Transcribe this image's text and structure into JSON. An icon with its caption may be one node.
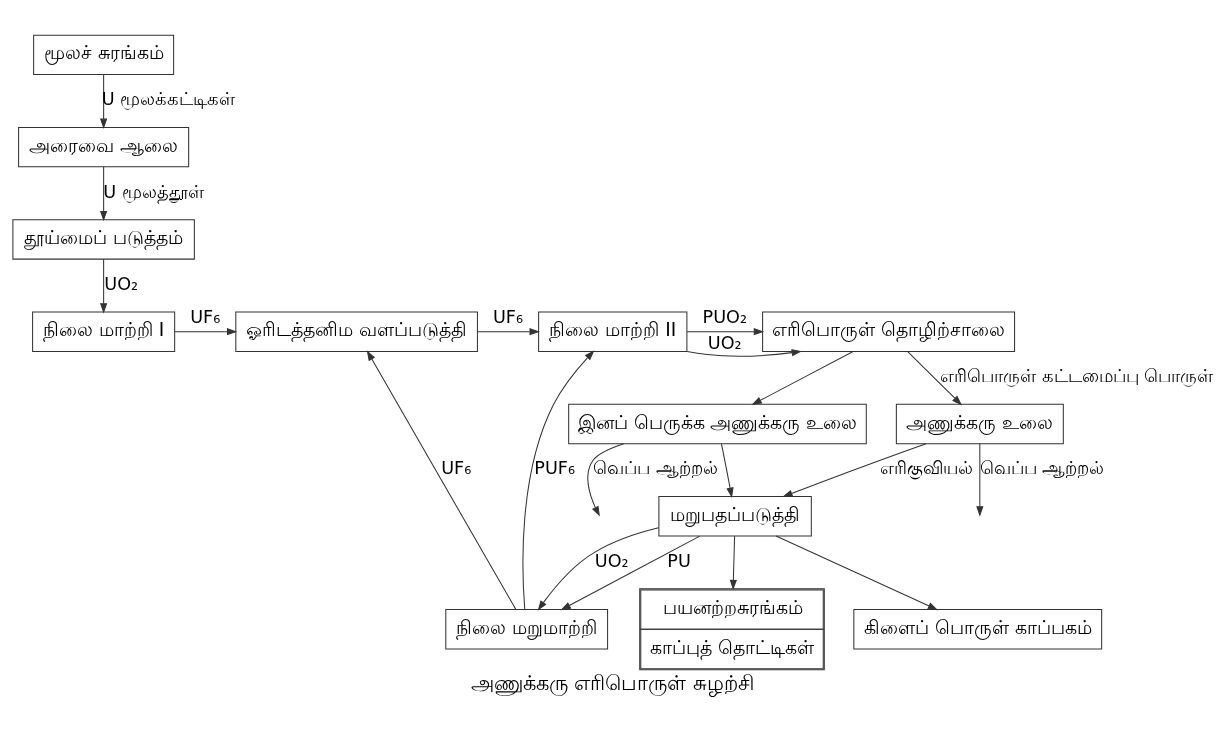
{
  "diagram": {
    "caption": "அணுக்கரு எரிபொருள் சுழற்சி",
    "nodes": [
      {
        "text": [
          "நிலை மாற்றி I"
        ]
      },
      {
        "text": [
          "ஓரிடத்தனிம வளப்படுத்தி"
        ]
      },
      {
        "text": [
          "நிலை மாற்றி II"
        ]
      },
      {
        "text": [
          "எரிபொருள் தொழிற்சாலை"
        ]
      },
      {
        "text": [
          "தூய்மைப் படுத்தம்"
        ]
      },
      {
        "text": [
          "இனப் பெருக்க அணுக்கரு உலை"
        ]
      },
      {
        "text": [
          "அணுக்கரு உலை"
        ]
      },
      {
        "text": [
          "அரைவை ஆலை"
        ]
      },
      {
        "text": [
          "நிலை மறுமாற்றி"
        ]
      },
      {
        "text": [
          "மறுபதப்படுத்தி"
        ]
      },
      {
        "text": [
          "கிளைப் பொருள் காப்பகம்"
        ]
      },
      {
        "text": [
          "மூலச் சுரங்கம்"
        ]
      },
      {
        "text": [
          "பயனற்றசுரங்கம்",
          "காப்புத் தொட்டிகள்"
        ]
      }
    ],
    "edges": [
      {
        "from": 11,
        "to": 7,
        "arrow": "to",
        "label": "U மூலக்கட்டிகள்"
      },
      {
        "from": 7,
        "to": 4,
        "arrow": "to",
        "label": "U மூலத்தூள்"
      },
      {
        "from": 4,
        "to": 0,
        "arrow": "to",
        "label": "UO₂"
      },
      {
        "from": 0,
        "to": 1,
        "arrow": "to",
        "label": "UF₆"
      },
      {
        "from": 1,
        "to": 2,
        "arrow": "to",
        "label": "UF₆"
      },
      {
        "from": 8,
        "to": 2,
        "arrow": "to",
        "label": "PUF₆"
      },
      {
        "from": 2,
        "to": 3,
        "arrow": "to",
        "label": "UO₂"
      },
      {
        "from": 2,
        "to": 3,
        "arrow": "to",
        "label": "PUO₂"
      },
      {
        "from": 3,
        "to": 6,
        "arrow": "to",
        "label": "எரிபொருள் கட்டமைப்பு பொருள்"
      },
      {
        "from": 3,
        "to": 5,
        "arrow": "to"
      },
      {
        "from": 5,
        "to": null,
        "arrow": "to",
        "label": "வெப்ப ஆற்றல்"
      },
      {
        "from": 5,
        "to": 9,
        "arrow": "to"
      },
      {
        "from": 6,
        "to": null,
        "arrow": "to",
        "label": "வெப்ப ஆற்றல்"
      },
      {
        "from": 6,
        "to": 9,
        "arrow": "to",
        "label": "எரிகுவியல்"
      },
      {
        "from": 9,
        "to": 8,
        "arrow": "to",
        "label": "PU"
      },
      {
        "from": 9,
        "to": 8,
        "arrow": "to",
        "label": "UO₂"
      },
      {
        "from": 8,
        "to": 1,
        "arrow": "to",
        "label": "UF₆"
      },
      {
        "from": 9,
        "to": 10,
        "arrow": "to"
      },
      {
        "from": 9,
        "to": 12,
        "arrow": "to"
      }
    ]
  }
}
